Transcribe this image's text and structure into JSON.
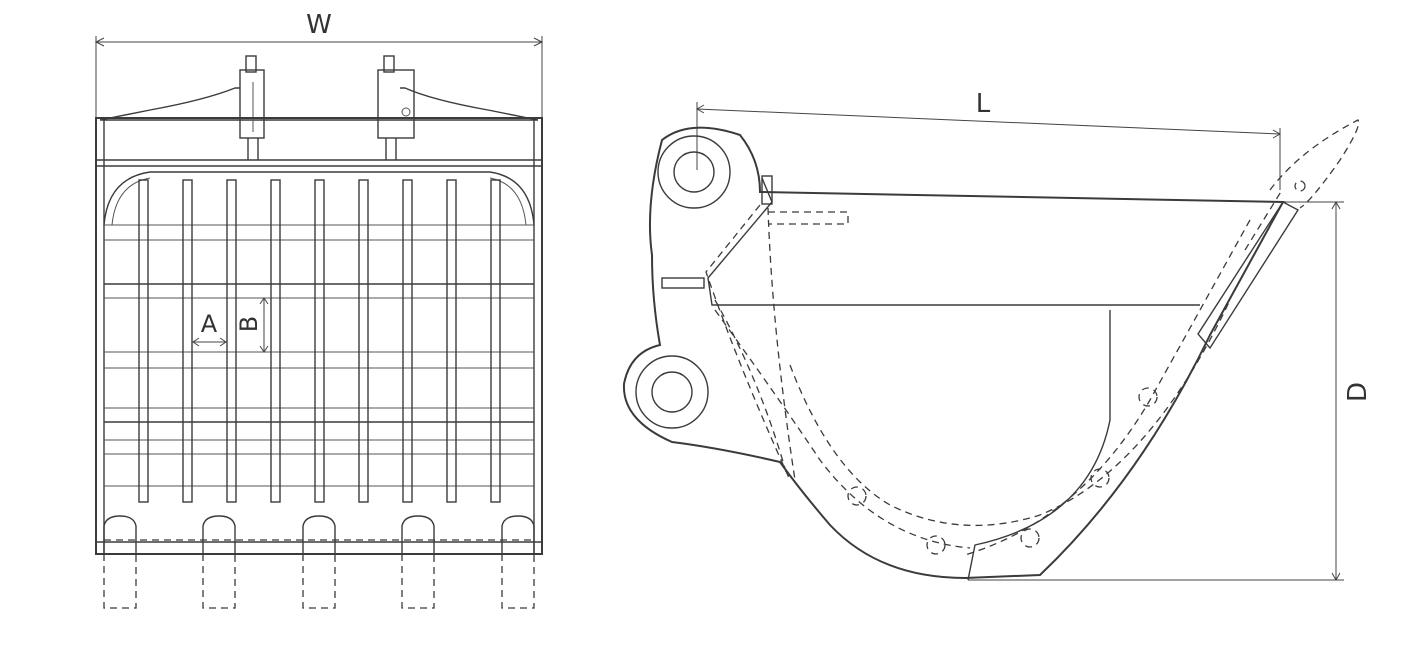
{
  "front_view": {
    "width_label": "W",
    "gap_label": "A",
    "spacing_label": "B"
  },
  "side_view": {
    "length_label": "L",
    "depth_label": "D"
  }
}
